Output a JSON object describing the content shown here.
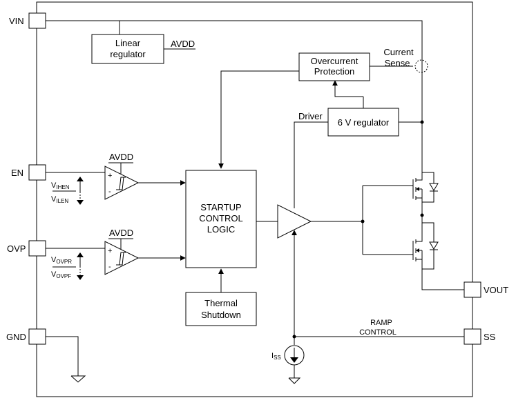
{
  "pins": {
    "vin": "VIN",
    "en": "EN",
    "ovp": "OVP",
    "gnd": "GND",
    "vout": "VOUT",
    "ss": "SS"
  },
  "blocks": {
    "linear_regulator": [
      "Linear",
      "regulator"
    ],
    "overcurrent_protection": [
      "Overcurrent",
      "Protection"
    ],
    "regulator_6v": "6 V regulator",
    "startup_control": [
      "STARTUP",
      "CONTROL",
      "LOGIC"
    ],
    "thermal_shutdown": [
      "Thermal",
      "Shutdown"
    ]
  },
  "labels": {
    "avdd_linear": "AVDD",
    "avdd_en": "AVDD",
    "avdd_ovp": "AVDD",
    "current_sense": [
      "Current",
      "Sense"
    ],
    "driver": "Driver",
    "ramp_control": [
      "RAMP",
      "CONTROL"
    ],
    "plus": "+",
    "minus": "-"
  },
  "thresholds": {
    "en_rise": {
      "main": "V",
      "sub": "IHEN"
    },
    "en_fall": {
      "main": "V",
      "sub": "ILEN"
    },
    "ovp_rise": {
      "main": "V",
      "sub": "OVPR"
    },
    "ovp_fall": {
      "main": "V",
      "sub": "OVPF"
    },
    "iss": {
      "main": "I",
      "sub": "SS"
    }
  }
}
